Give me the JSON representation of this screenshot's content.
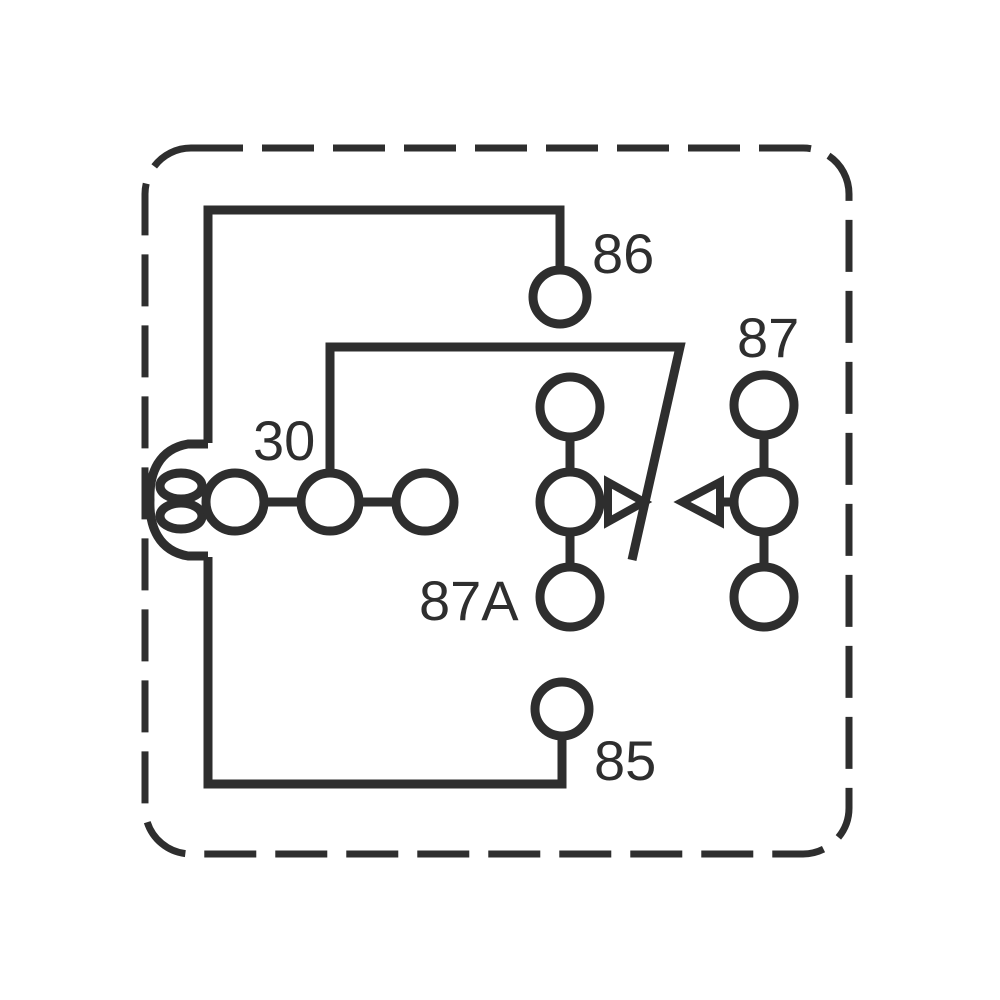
{
  "diagram": {
    "background_color": "#ffffff",
    "line_color": "#2e2e2e",
    "labels": {
      "terminal_86": "86",
      "terminal_87": "87",
      "terminal_30": "30",
      "terminal_87a": "87A",
      "terminal_85": "85"
    }
  }
}
